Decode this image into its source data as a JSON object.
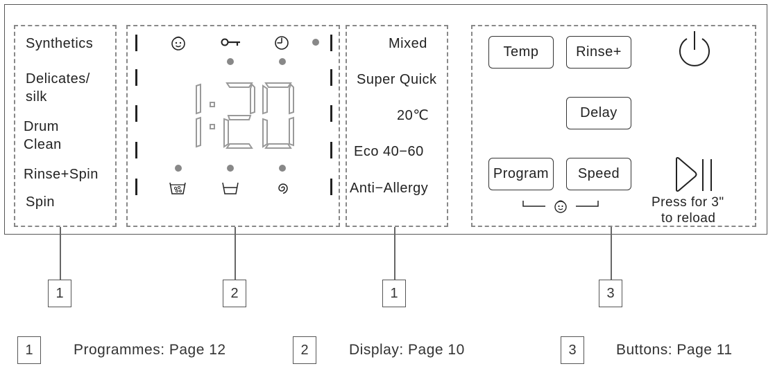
{
  "programmes_left": [
    "Synthetics",
    "Delicates/",
    "silk",
    "Drum",
    "Clean",
    "Rinse+Spin",
    "Spin"
  ],
  "programmes_right": [
    "Mixed",
    "Super Quick",
    "20℃",
    "Eco 40−60",
    "Anti−Allergy"
  ],
  "display": {
    "time": "1:20"
  },
  "buttons": {
    "temp": "Temp",
    "rinse_plus": "Rinse+",
    "delay": "Delay",
    "program": "Program",
    "speed": "Speed",
    "start_pause_hint_line1": "Press for 3\"",
    "start_pause_hint_line2": "to reload"
  },
  "callouts": {
    "programmes_left_number": "1",
    "display_number": "2",
    "programmes_right_number": "1",
    "buttons_number": "3"
  },
  "legend": [
    {
      "number": "1",
      "text": "Programmes: Page 12"
    },
    {
      "number": "2",
      "text": "Display: Page 10"
    },
    {
      "number": "3",
      "text": "Buttons: Page 11"
    }
  ],
  "icons": [
    "child-lock-face-icon",
    "key-icon",
    "clock-icon",
    "prewash-tub-icon",
    "wash-tub-icon",
    "spin-icon",
    "power-icon",
    "play-pause-icon"
  ]
}
